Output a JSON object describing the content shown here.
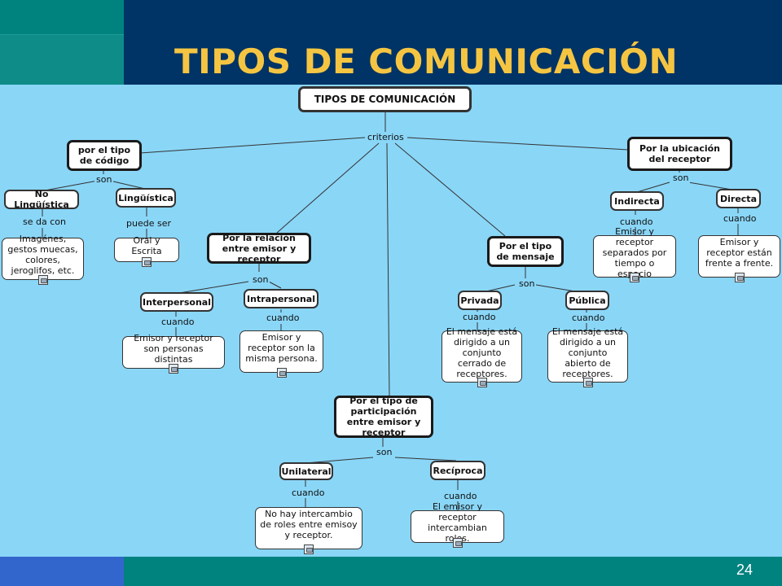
{
  "header": {
    "title": "TIPOS DE COMUNICACIÓN"
  },
  "footer": {
    "page_number": "24"
  },
  "map": {
    "root": "TIPOS DE COMUNICACIÓN",
    "root_link": "criterios",
    "codigo": {
      "label": "por el tipo de código",
      "link": "son",
      "no_linguistica": {
        "label": "No Lingüística",
        "link": "se da con",
        "leaf": "Imagénes, gestos muecas, colores, jeroglifos, etc."
      },
      "linguistica": {
        "label": "Lingüística",
        "link": "puede ser",
        "leaf": "Oral y Escrita"
      }
    },
    "relacion": {
      "label": "Por la relación entre emisor y receptor",
      "link": "son",
      "interpersonal": {
        "label": "Interpersonal",
        "link": "cuando",
        "leaf": "Emisor y receptor son personas distintas"
      },
      "intrapersonal": {
        "label": "Intrapersonal",
        "link": "cuando",
        "leaf": "Emisor y receptor son la misma persona."
      }
    },
    "mensaje": {
      "label": "Por el tipo de mensaje",
      "link": "son",
      "privada": {
        "label": "Privada",
        "link": "cuando",
        "leaf": "El mensaje está dirigido a un conjunto cerrado de receptores."
      },
      "publica": {
        "label": "Pública",
        "link": "cuando",
        "leaf": "El mensaje está dirigido a un conjunto abierto de receptores."
      }
    },
    "ubicacion": {
      "label": "Por la ubicación del receptor",
      "link": "son",
      "indirecta": {
        "label": "Indirecta",
        "link": "cuando",
        "leaf": "Emisor y receptor separados por tiempo o espacio"
      },
      "directa": {
        "label": "Directa",
        "link": "cuando",
        "leaf": "Emisor y receptor están frente a frente."
      }
    },
    "participacion": {
      "label": "Por el tipo de participación entre emisor y receptor",
      "link": "son",
      "unilateral": {
        "label": "Unilateral",
        "link": "cuando",
        "leaf": "No hay intercambio de roles entre emisoy y receptor."
      },
      "reciproca": {
        "label": "Recíproca",
        "link": "cuando",
        "leaf": "El emisor y receptor intercambian roles."
      }
    }
  }
}
